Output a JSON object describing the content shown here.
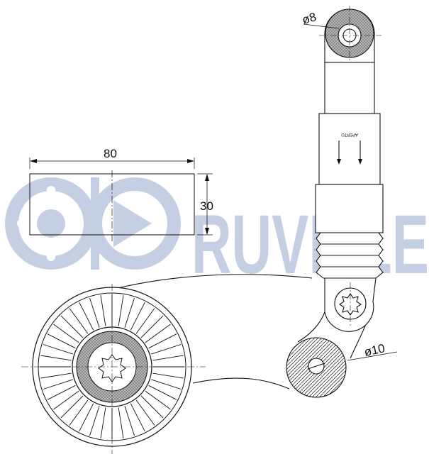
{
  "brand": {
    "name": "RUVILLE",
    "watermark_color": "#c5cfe4"
  },
  "dimensions": {
    "width_label": "80",
    "height_label": "30",
    "upper_eye_diameter": "ø8",
    "lower_eye_diameter": "ø10"
  },
  "tensioner": {
    "marking": "APERTO"
  },
  "colors": {
    "line": "#111111",
    "hatch": "#9a9a9a"
  }
}
